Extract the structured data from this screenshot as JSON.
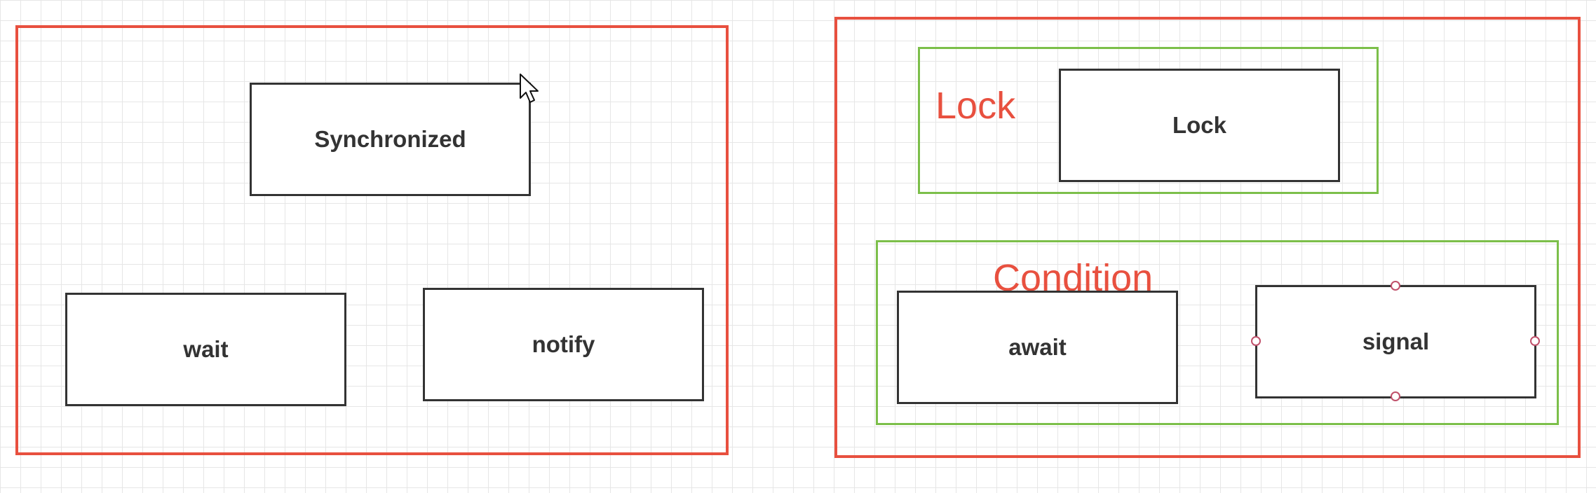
{
  "left_group": {
    "nodes": {
      "synchronized": "Synchronized",
      "wait": "wait",
      "notify": "notify"
    }
  },
  "right_group": {
    "lock_group": {
      "label": "Lock",
      "node": "Lock"
    },
    "condition_group": {
      "label": "Condition",
      "nodes": {
        "await": "await",
        "signal": "signal"
      }
    }
  },
  "colors": {
    "red_frame": "#e8503f",
    "green_frame": "#7cbf4a",
    "node_border": "#333333",
    "grid": "#e6e6e6"
  },
  "icons": {
    "cursor": "mouse-pointer-icon"
  }
}
